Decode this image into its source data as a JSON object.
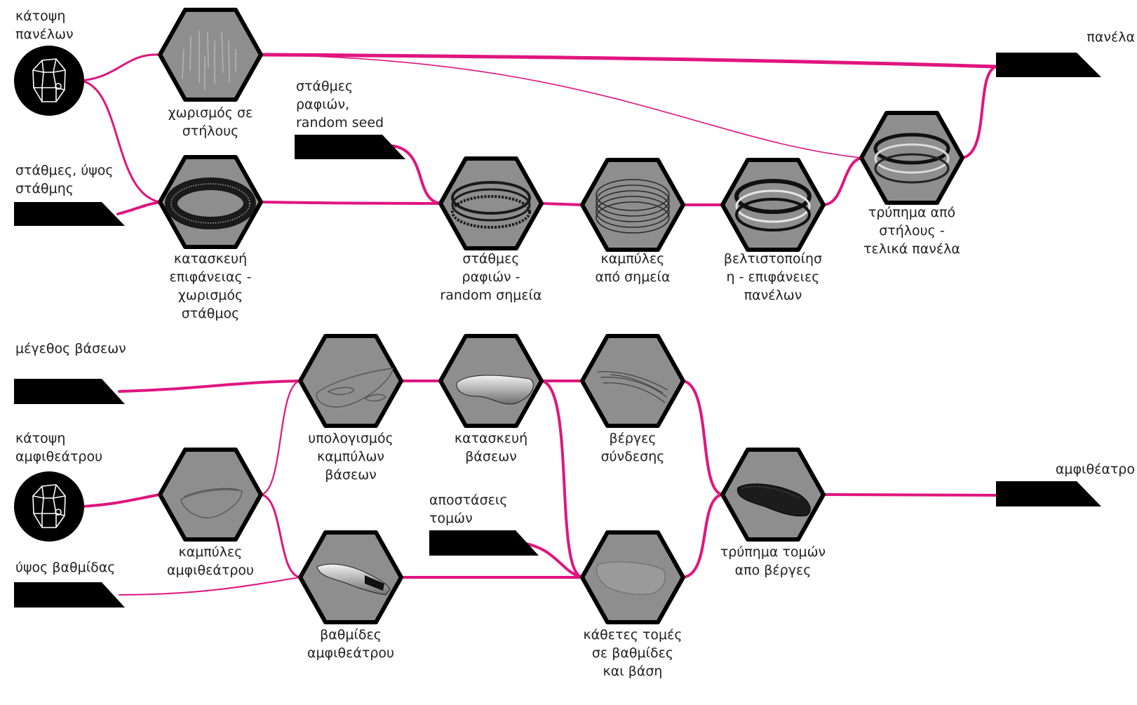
{
  "colors": {
    "wire": "#e0157f",
    "hex_fill": "#8e8e8e",
    "hex_stroke": "#000000",
    "param_fill": "#000000"
  },
  "inputs": {
    "plan_panels": "κάτοψη\nπανέλων",
    "stations_height": "στάθμες, ύψος\nστάθμης",
    "seam_stations_seed": "στάθμες\nραφιών,\nrandom seed",
    "base_size": "μέγεθος βάσεων",
    "plan_amphitheatre": "κάτοψη\nαμφιθεάτρου",
    "step_height": "ύψος βαθμίδας",
    "section_distances": "αποστάσεις\nτομών"
  },
  "outputs": {
    "panels": "πανέλα",
    "amphitheatre": "αμφιθέατρο"
  },
  "nodes": {
    "columns_split": "χωρισμός σε\nστήλους",
    "surface_build": "κατασκευή\nεπιφάνειας -\nχωρισμός\nστάθμος",
    "seam_random": "στάθμες\nραφιών -\nrandom σημεία",
    "curves_points": "καμπύλες\nαπό σημεία",
    "optimization": "βελτιστοποίησ\nη - επιφάνειες\nπανέλων",
    "column_cut": "τρύπημα από\nστήλους -\nτελικά πανέλα",
    "base_curves": "υπολογισμός\nκαμπύλων\nβάσεων",
    "base_build": "κατασκευή\nβάσεων",
    "connecting_rods": "βέργες\nσύνδεσης",
    "amph_curves": "καμπύλες\nαμφιθεάτρου",
    "amph_steps": "βαθμίδες\nαμφιθεάτρου",
    "vertical_sections": "κάθετες τομές\nσε βαθμίδες\nκαι βάση",
    "rod_cut": "τρύπημα τομών\nαπο βέργες"
  },
  "icons": {
    "plan_panels": "plan-outline-icon",
    "plan_amphitheatre": "plan-outline-icon",
    "columns_split": "vertical-columns-icon",
    "surface_build": "ribbed-band-icon",
    "seam_random": "seam-rings-icon",
    "curves_points": "curve-rings-icon",
    "optimization": "panel-rings-icon",
    "column_cut": "final-panels-icon",
    "base_curves": "base-curves-icon",
    "base_build": "base-solid-icon",
    "connecting_rods": "rods-icon",
    "amph_curves": "amph-curves-icon",
    "amph_steps": "steps-solid-icon",
    "vertical_sections": "sections-mesh-icon",
    "rod_cut": "amphitheatre-mesh-icon"
  }
}
